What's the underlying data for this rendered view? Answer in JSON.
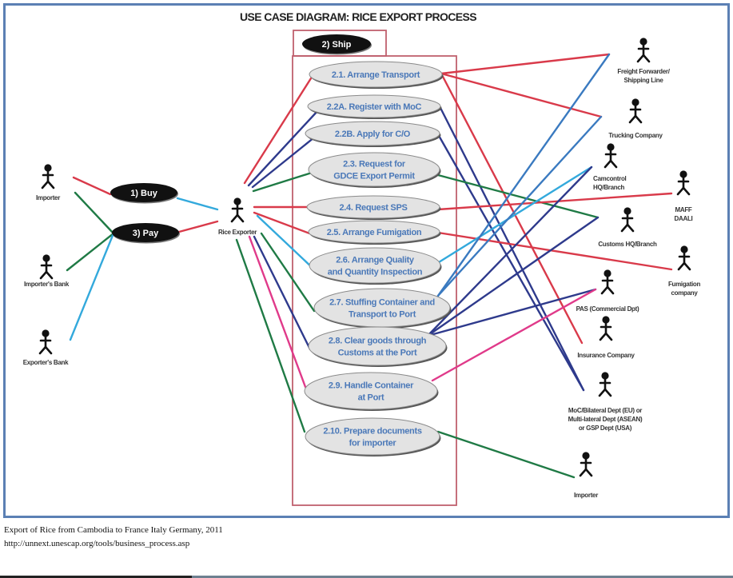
{
  "title": "USE CASE DIAGRAM: RICE EXPORT PROCESS",
  "colors": {
    "frame": "#5b80b4",
    "system_box": "#c0606e",
    "usecase_fill": "#e3e3e3",
    "usecase_text": "#4a78b8",
    "red": "#d93a4a",
    "navy": "#2e3a8c",
    "green": "#1f7a45",
    "cyan": "#33a9dc",
    "blue": "#3a7ac0",
    "magenta": "#e03a8a"
  },
  "black_usecases": [
    {
      "id": "buy",
      "label": "1) Buy"
    },
    {
      "id": "pay",
      "label": "3) Pay"
    },
    {
      "id": "ship",
      "label": "2) Ship"
    }
  ],
  "usecases": [
    {
      "id": "u21",
      "lines": [
        "2.1. Arrange Transport"
      ]
    },
    {
      "id": "u22a",
      "lines": [
        "2.2A. Register with MoC"
      ]
    },
    {
      "id": "u22b",
      "lines": [
        "2.2B. Apply for C/O"
      ]
    },
    {
      "id": "u23",
      "lines": [
        "2.3. Request for",
        "GDCE Export Permit"
      ]
    },
    {
      "id": "u24",
      "lines": [
        "2.4. Request SPS"
      ]
    },
    {
      "id": "u25",
      "lines": [
        "2.5. Arrange Fumigation"
      ]
    },
    {
      "id": "u26",
      "lines": [
        "2.6. Arrange Quality",
        "and Quantity Inspection"
      ]
    },
    {
      "id": "u27",
      "lines": [
        "2.7. Stuffing Container and",
        "Transport to Port"
      ]
    },
    {
      "id": "u28",
      "lines": [
        "2.8. Clear goods through",
        "Customs at the Port"
      ]
    },
    {
      "id": "u29",
      "lines": [
        "2.9. Handle Container",
        "at Port"
      ]
    },
    {
      "id": "u210",
      "lines": [
        "2.10. Prepare documents",
        "for importer"
      ]
    }
  ],
  "actors": [
    {
      "id": "importer_left",
      "lines": [
        "Importer"
      ]
    },
    {
      "id": "importers_bank",
      "lines": [
        "Importer's Bank"
      ]
    },
    {
      "id": "exporters_bank",
      "lines": [
        "Exporter's Bank"
      ]
    },
    {
      "id": "rice_exporter",
      "lines": [
        "Rice Exporter"
      ]
    },
    {
      "id": "freight",
      "lines": [
        "Freight Forwarder/",
        "Shipping Line"
      ]
    },
    {
      "id": "trucking",
      "lines": [
        "Trucking Company"
      ]
    },
    {
      "id": "camcontrol",
      "lines": [
        "Camcontrol",
        "HQ/Branch"
      ]
    },
    {
      "id": "maff",
      "lines": [
        "MAFF",
        "DAALI"
      ]
    },
    {
      "id": "customs",
      "lines": [
        "Customs HQ/Branch"
      ]
    },
    {
      "id": "fumigation",
      "lines": [
        "Fumigation",
        "company"
      ]
    },
    {
      "id": "pas",
      "lines": [
        "PAS (Commercial Dpt)"
      ]
    },
    {
      "id": "insurance",
      "lines": [
        "Insurance Company"
      ]
    },
    {
      "id": "moc",
      "lines": [
        "MoC/Bilateral Dept (EU) or",
        "Multi-lateral Dept (ASEAN)",
        "or GSP Dept (USA)"
      ]
    },
    {
      "id": "importer_right",
      "lines": [
        "Importer"
      ]
    }
  ],
  "associations": [
    {
      "from": "importer_left",
      "to": "buy",
      "color": "red"
    },
    {
      "from": "importer_left",
      "to": "pay",
      "color": "green"
    },
    {
      "from": "importers_bank",
      "to": "pay",
      "color": "green"
    },
    {
      "from": "exporters_bank",
      "to": "pay",
      "color": "cyan"
    },
    {
      "from": "rice_exporter",
      "to": "buy",
      "color": "cyan"
    },
    {
      "from": "rice_exporter",
      "to": "pay",
      "color": "red"
    },
    {
      "from": "rice_exporter",
      "to": "u21",
      "color": "red"
    },
    {
      "from": "rice_exporter",
      "to": "u22a",
      "color": "navy"
    },
    {
      "from": "rice_exporter",
      "to": "u22b",
      "color": "navy"
    },
    {
      "from": "rice_exporter",
      "to": "u23",
      "color": "green"
    },
    {
      "from": "rice_exporter",
      "to": "u24",
      "color": "red"
    },
    {
      "from": "rice_exporter",
      "to": "u25",
      "color": "red"
    },
    {
      "from": "rice_exporter",
      "to": "u26",
      "color": "cyan"
    },
    {
      "from": "rice_exporter",
      "to": "u27",
      "color": "green"
    },
    {
      "from": "rice_exporter",
      "to": "u28",
      "color": "navy"
    },
    {
      "from": "rice_exporter",
      "to": "u29",
      "color": "magenta"
    },
    {
      "from": "rice_exporter",
      "to": "u210",
      "color": "green"
    },
    {
      "from": "u21",
      "to": "freight",
      "color": "red"
    },
    {
      "from": "u21",
      "to": "trucking",
      "color": "red"
    },
    {
      "from": "u21",
      "to": "insurance",
      "color": "red"
    },
    {
      "from": "u22a",
      "to": "moc",
      "color": "navy"
    },
    {
      "from": "u22b",
      "to": "moc",
      "color": "navy"
    },
    {
      "from": "u23",
      "to": "customs",
      "color": "green"
    },
    {
      "from": "u24",
      "to": "maff",
      "color": "red"
    },
    {
      "from": "u25",
      "to": "fumigation",
      "color": "red"
    },
    {
      "from": "u26",
      "to": "camcontrol",
      "color": "cyan"
    },
    {
      "from": "u27",
      "to": "freight",
      "color": "blue"
    },
    {
      "from": "u27",
      "to": "trucking",
      "color": "blue"
    },
    {
      "from": "u28",
      "to": "camcontrol",
      "color": "navy"
    },
    {
      "from": "u28",
      "to": "customs",
      "color": "navy"
    },
    {
      "from": "u28",
      "to": "pas",
      "color": "navy"
    },
    {
      "from": "u29",
      "to": "pas",
      "color": "magenta"
    },
    {
      "from": "u210",
      "to": "importer_right",
      "color": "green"
    }
  ],
  "caption": {
    "line1": "Export of Rice from Cambodia to France Italy Germany, 2011",
    "line2": "http://unnext.unescap.org/tools/business_process.asp"
  }
}
